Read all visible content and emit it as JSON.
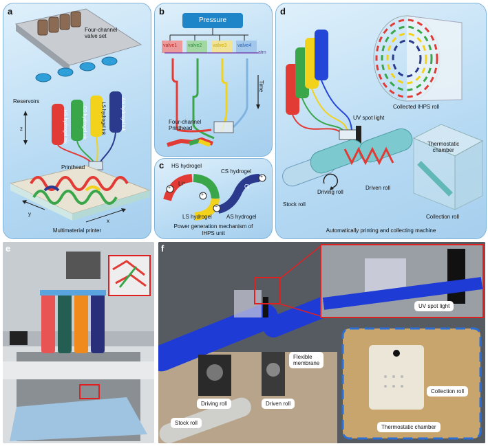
{
  "panels": {
    "a": {
      "label": "a",
      "valve_set": "Four-channel\nvalve set",
      "reservoirs": "Reservoirs",
      "inks": [
        "HS hydrogel ink",
        "CS hydrogel ink",
        "LS hydrogel ink",
        "AS hydrogel ink"
      ],
      "printhead": "Printhead",
      "axis_z": "z",
      "axis_y": "y",
      "axis_x": "x",
      "caption": "Multimaterial printer"
    },
    "b": {
      "label": "b",
      "pressure": "Pressure",
      "valves": [
        "valve1",
        "valve2",
        "valve3",
        "valve4"
      ],
      "atm": "atm",
      "time": "Time",
      "printhead": "Four-channel\nPrinthead"
    },
    "c": {
      "label": "c",
      "hs": "HS hydrogel",
      "cs": "CS hydrogel",
      "ls": "LS hydrogel",
      "as": "AS hydrogel",
      "li": "Li⁺",
      "cl": "Cl⁻",
      "plus": "+",
      "minus": "−",
      "caption": "Power generation mechanism of\nIHPS unit"
    },
    "d": {
      "label": "d",
      "collected": "Collected IHPS roll",
      "uv": "UV spot light",
      "thermo": "Thermostatic\nchamber",
      "stock": "Stock roll",
      "driving": "Driving roll",
      "driven": "Driven roll",
      "collection": "Collection roll",
      "caption": "Automatically printing and collecting machine"
    },
    "e": {
      "label": "e"
    },
    "f": {
      "label": "f",
      "uv": "UV spot light",
      "flexible": "Flexible\nmembrane",
      "driving": "Driving roll",
      "driven": "Driven roll",
      "stock": "Stock roll",
      "collection": "Collection roll",
      "thermo": "Thermostatic chamber"
    }
  },
  "colors": {
    "red": "#e23a34",
    "green": "#3aa64a",
    "yellow": "#f2d21b",
    "navy": "#2b3a8c",
    "blue_roll": "#2346d8",
    "accent": "#e02020"
  }
}
